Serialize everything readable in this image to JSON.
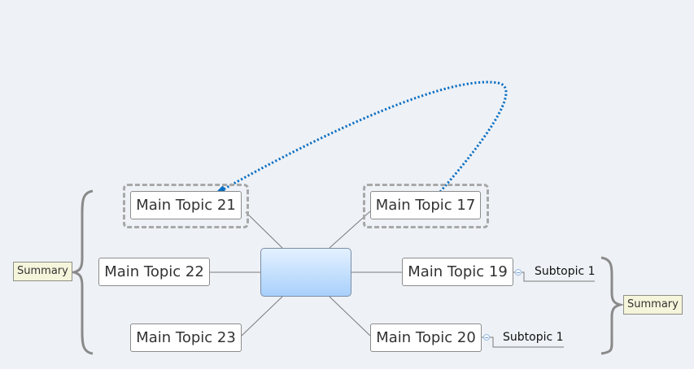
{
  "central_topic": {
    "label": ""
  },
  "topics": {
    "t21": {
      "label": "Main Topic 21"
    },
    "t22": {
      "label": "Main Topic 22"
    },
    "t23": {
      "label": "Main Topic 23"
    },
    "t17": {
      "label": "Main Topic 17"
    },
    "t19": {
      "label": "Main Topic 19",
      "subtopic": "Subtopic 1"
    },
    "t20": {
      "label": "Main Topic 20",
      "subtopic": "Subtopic 1"
    }
  },
  "summaries": {
    "left": "Summary",
    "right": "Summary"
  },
  "colors": {
    "background": "#eef1f6",
    "relationship": "#0a6fc2",
    "connector": "#7a7a7a",
    "brace": "#8a8a8a"
  }
}
